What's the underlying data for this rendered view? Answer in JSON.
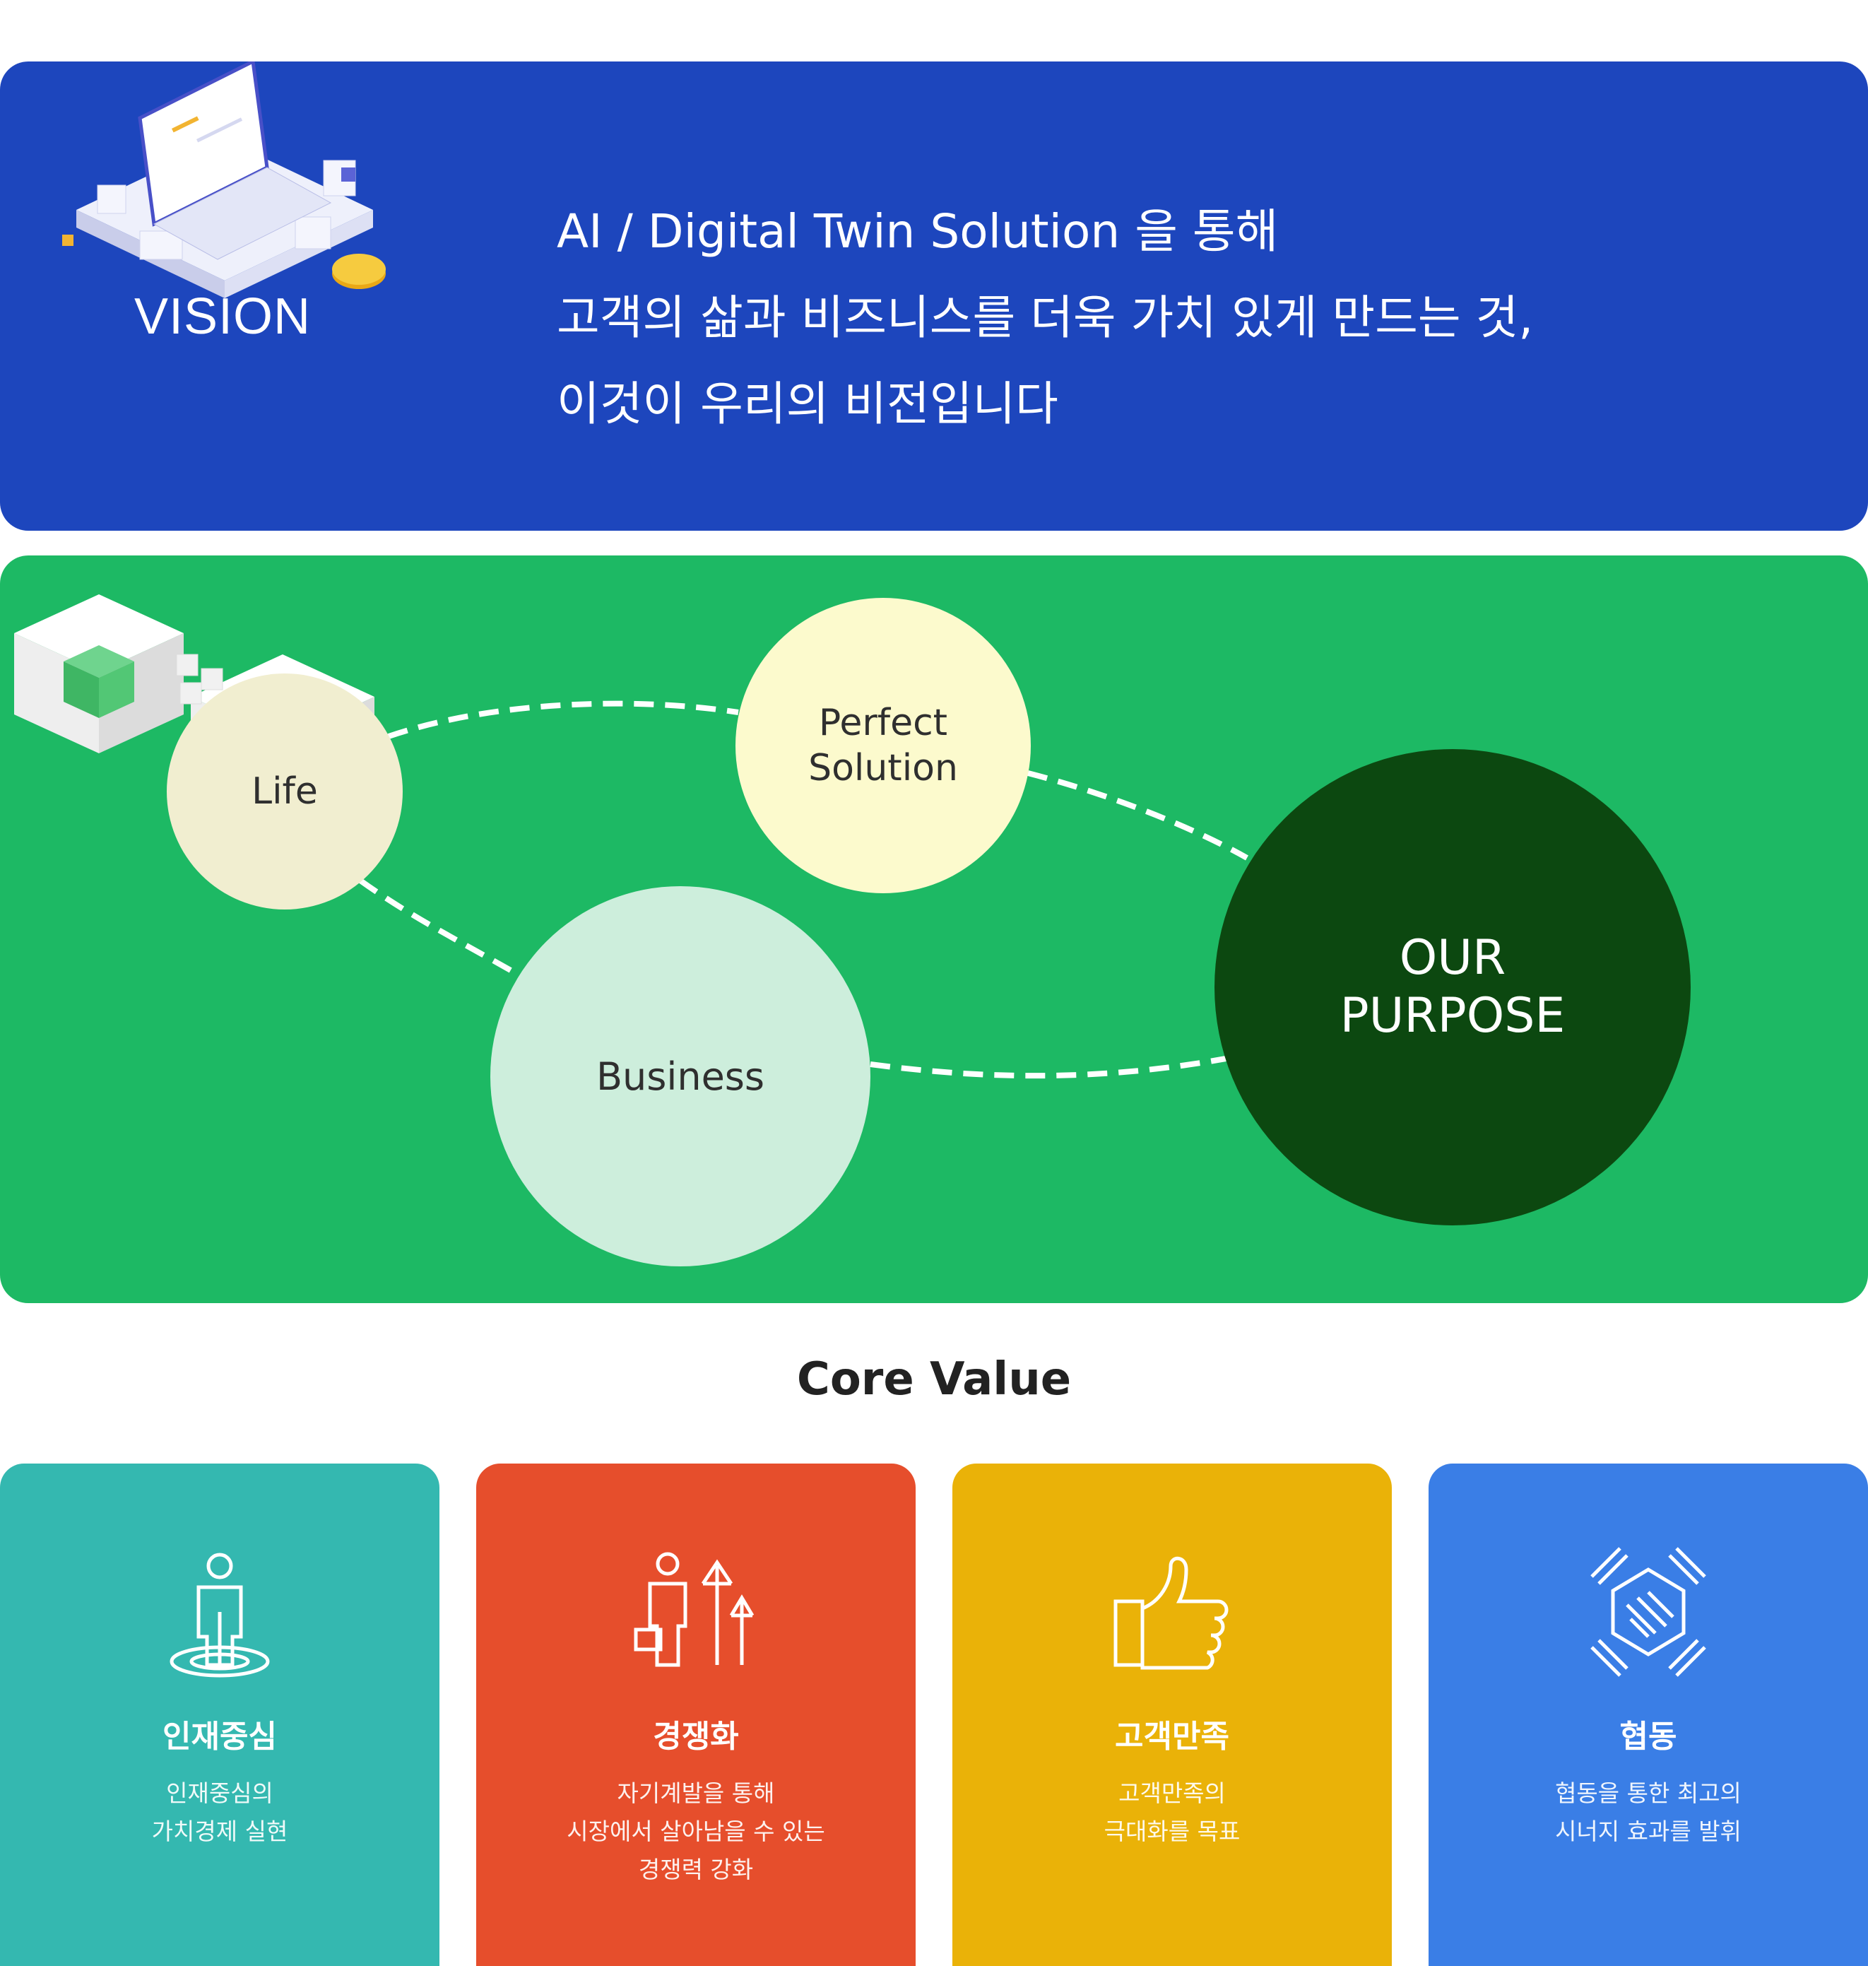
{
  "vision": {
    "label": "VISION",
    "lines": [
      "AI / Digital Twin Solution 을 통해",
      "고객의 삶과 비즈니스를 더욱 가치 있게 만드는 것,",
      "이것이 우리의 비전입니다"
    ],
    "background": "#1d46bd"
  },
  "purpose": {
    "background": "#1db964",
    "circles": {
      "life": "Life",
      "perfect_solution": "Perfect\nSolution",
      "business": "Business",
      "our_purpose": "OUR\nPURPOSE"
    }
  },
  "core_value": {
    "title": "Core Value",
    "cards": [
      {
        "title": "인재중심",
        "desc": "인재중심의\n가치경제 실현",
        "color": "#34b8b0",
        "icon": "person-icon"
      },
      {
        "title": "경쟁화",
        "desc": "자기계발을 통해\n시장에서 살아남을 수 있는\n경쟁력 강화",
        "color": "#e64e2c",
        "icon": "growth-arrows-icon"
      },
      {
        "title": "고객만족",
        "desc": "고객만족의\n극대화를 목표",
        "color": "#eab208",
        "icon": "thumbs-up-icon"
      },
      {
        "title": "협동",
        "desc": "협동을 통한 최고의\n시너지 효과를 발휘",
        "color": "#3a7ee6",
        "icon": "handshake-icon"
      }
    ]
  }
}
